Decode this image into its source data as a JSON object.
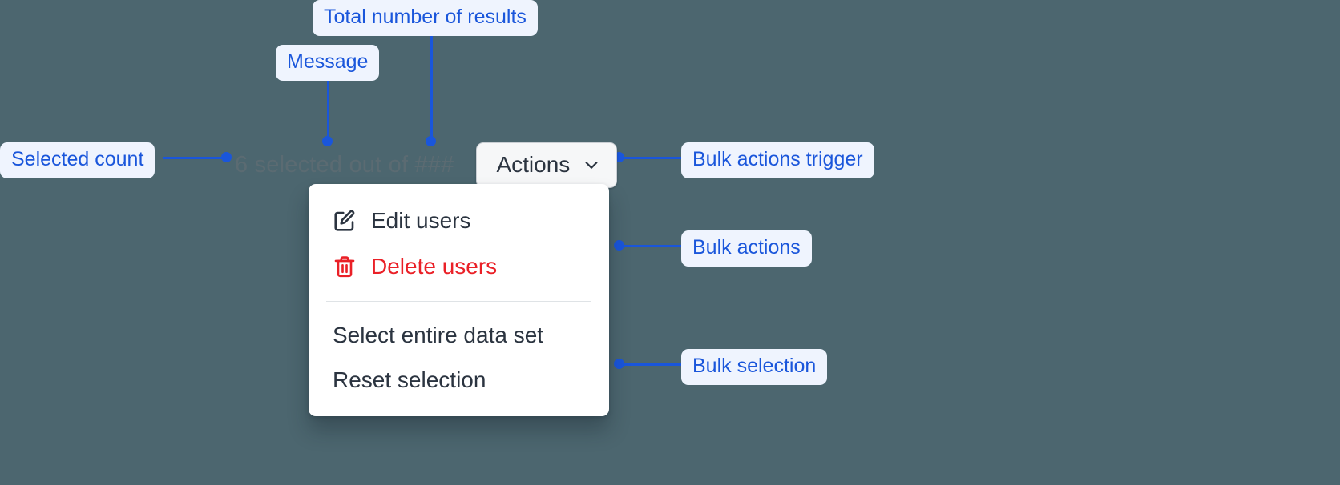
{
  "page": {
    "background_color": "#4c666f",
    "accent_color": "#1a56db",
    "callout_bg_color": "#eff4fe",
    "danger_color": "#ea2027"
  },
  "selection": {
    "message": "6 selected out of ###",
    "selected_count": "6",
    "total_placeholder": "###"
  },
  "trigger": {
    "label": "Actions",
    "chevron_icon": "chevron-down-icon"
  },
  "menu": {
    "bulk_actions": [
      {
        "label": "Edit users",
        "icon": "edit-pencil-icon",
        "danger": false
      },
      {
        "label": "Delete users",
        "icon": "trash-icon",
        "danger": true
      }
    ],
    "bulk_selection": [
      {
        "label": "Select entire data set",
        "icon": "",
        "danger": false
      },
      {
        "label": "Reset selection",
        "icon": "",
        "danger": false
      }
    ]
  },
  "annotations": [
    {
      "id": "total-results",
      "label": "Total number of results"
    },
    {
      "id": "message",
      "label": "Message"
    },
    {
      "id": "selected-count",
      "label": "Selected count"
    },
    {
      "id": "bulk-actions-trigger",
      "label": "Bulk actions trigger"
    },
    {
      "id": "bulk-actions",
      "label": "Bulk actions"
    },
    {
      "id": "bulk-selection",
      "label": "Bulk selection"
    }
  ]
}
